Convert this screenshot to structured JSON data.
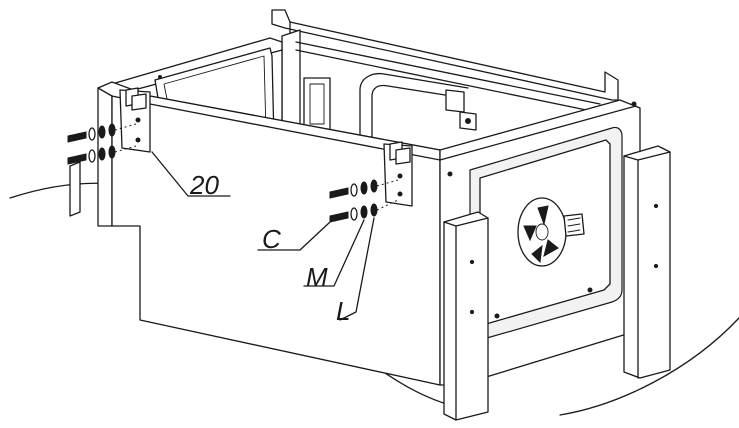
{
  "callouts": {
    "bracket": "20",
    "screw": "C",
    "washer_m": "M",
    "washer_l": "L"
  }
}
